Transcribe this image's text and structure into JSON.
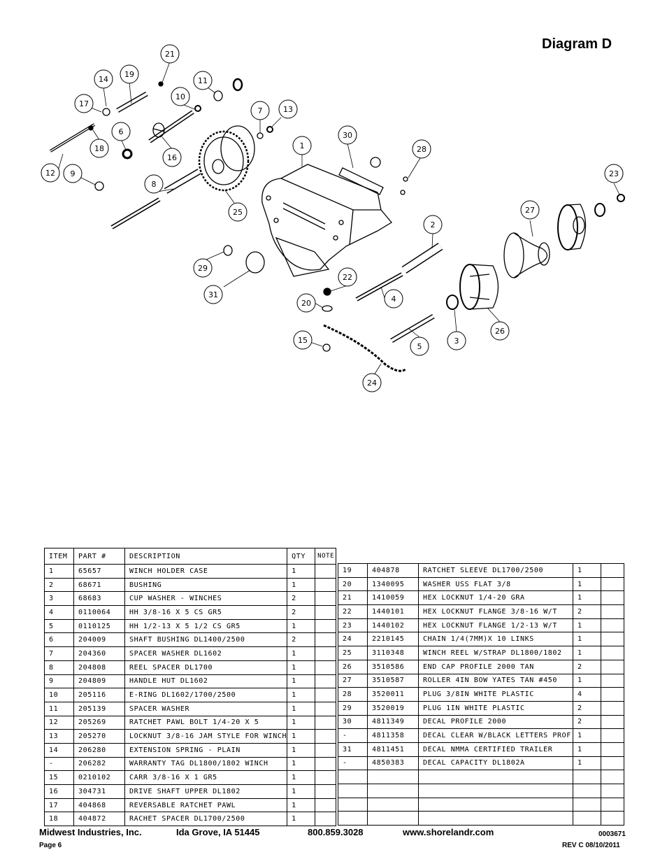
{
  "title": "Diagram D",
  "callouts": [
    "1",
    "2",
    "3",
    "4",
    "5",
    "6",
    "7",
    "8",
    "9",
    "10",
    "11",
    "12",
    "13",
    "14",
    "15",
    "16",
    "17",
    "18",
    "19",
    "20",
    "21",
    "22",
    "23",
    "24",
    "25",
    "26",
    "27",
    "28",
    "29",
    "30",
    "31"
  ],
  "table": {
    "headers": [
      "ITEM",
      "PART #",
      "DESCRIPTION",
      "QTY",
      "NOTE"
    ],
    "left_rows": [
      [
        "1",
        "65657",
        "WINCH HOLDER CASE",
        "1",
        ""
      ],
      [
        "2",
        "68671",
        "BUSHING",
        "1",
        ""
      ],
      [
        "3",
        "68683",
        "CUP WASHER - WINCHES",
        "2",
        ""
      ],
      [
        "4",
        "0110064",
        "HH 3/8-16 X 5 CS GR5",
        "2",
        ""
      ],
      [
        "5",
        "0110125",
        "HH 1/2-13 X 5 1/2 CS GR5",
        "1",
        ""
      ],
      [
        "6",
        "204009",
        "SHAFT BUSHING  DL1400/2500",
        "2",
        ""
      ],
      [
        "7",
        "204360",
        "SPACER WASHER  DL1602",
        "1",
        ""
      ],
      [
        "8",
        "204808",
        "REEL SPACER  DL1700",
        "1",
        ""
      ],
      [
        "9",
        "204809",
        "HANDLE HUT  DL1602",
        "1",
        ""
      ],
      [
        "10",
        "205116",
        "E-RING DL1602/1700/2500",
        "1",
        ""
      ],
      [
        "11",
        "205139",
        "SPACER WASHER",
        "1",
        ""
      ],
      [
        "12",
        "205269",
        "RATCHET PAWL BOLT 1/4-20 X 5",
        "1",
        ""
      ],
      [
        "13",
        "205270",
        "LOCKNUT 3/8-16 JAM STYLE FOR WINCH",
        "1",
        ""
      ],
      [
        "14",
        "206280",
        "EXTENSION SPRING - PLAIN",
        "1",
        ""
      ],
      [
        "-",
        "206282",
        "WARRANTY TAG DL1800/1802 WINCH",
        "1",
        ""
      ],
      [
        "15",
        "0210102",
        "CARR 3/8-16 X 1 GR5",
        "1",
        ""
      ],
      [
        "16",
        "304731",
        "DRIVE SHAFT UPPER  DL1802",
        "1",
        ""
      ],
      [
        "17",
        "404868",
        "REVERSABLE RATCHET PAWL",
        "1",
        ""
      ],
      [
        "18",
        "404872",
        "RACHET SPACER  DL1700/2500",
        "1",
        ""
      ]
    ],
    "right_rows": [
      [
        "19",
        "404878",
        "RATCHET SLEEVE  DL1700/2500",
        "1",
        ""
      ],
      [
        "20",
        "1340095",
        "WASHER USS FLAT 3/8",
        "1",
        ""
      ],
      [
        "21",
        "1410059",
        "HEX LOCKNUT 1/4-20 GRA",
        "1",
        ""
      ],
      [
        "22",
        "1440101",
        "HEX LOCKNUT FLANGE 3/8-16 W/T",
        "2",
        ""
      ],
      [
        "23",
        "1440102",
        "HEX LOCKNUT FLANGE 1/2-13 W/T",
        "1",
        ""
      ],
      [
        "24",
        "2210145",
        "CHAIN 1/4(7MM)X 10 LINKS",
        "1",
        ""
      ],
      [
        "25",
        "3110348",
        "WINCH REEL W/STRAP  DL1800/1802",
        "1",
        ""
      ],
      [
        "26",
        "3510586",
        "END CAP PROFILE 2000 TAN",
        "2",
        ""
      ],
      [
        "27",
        "3510587",
        "ROLLER 4IN BOW YATES TAN #450",
        "1",
        ""
      ],
      [
        "28",
        "3520011",
        "PLUG  3/8IN WHITE PLASTIC",
        "4",
        ""
      ],
      [
        "29",
        "3520019",
        "PLUG  1IN WHITE PLASTIC",
        "2",
        ""
      ],
      [
        "30",
        "4811349",
        "DECAL PROFILE 2000",
        "2",
        ""
      ],
      [
        "-",
        "4811358",
        "DECAL CLEAR W/BLACK LETTERS PROF",
        "1",
        ""
      ],
      [
        "31",
        "4811451",
        "DECAL NMMA CERTIFIED TRAILER",
        "1",
        ""
      ],
      [
        "-",
        "4850383",
        "DECAL CAPACITY DL1802A",
        "1",
        ""
      ],
      [
        "",
        "",
        "",
        "",
        ""
      ],
      [
        "",
        "",
        "",
        "",
        ""
      ],
      [
        "",
        "",
        "",
        "",
        ""
      ],
      [
        "",
        "",
        "",
        "",
        ""
      ]
    ]
  },
  "footer": {
    "company": "Midwest Industries, Inc.",
    "city": "Ida Grove, IA  51445",
    "phone": "800.859.3028",
    "web": "www.shorelandr.com",
    "doc_number": "0003671",
    "page": "Page 6",
    "revision": "REV C  08/10/2011"
  }
}
